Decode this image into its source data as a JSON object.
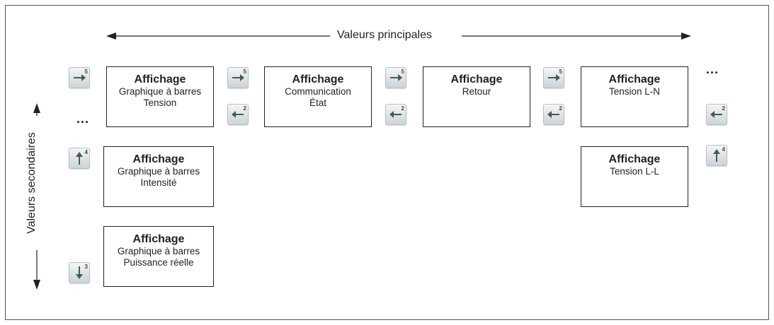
{
  "header": {
    "main_values": "Valeurs principales"
  },
  "side": {
    "secondary_values": "Valeurs secondaires"
  },
  "ellipsis": "...",
  "boxes": {
    "bar_voltage": {
      "title": "Affichage",
      "line1": "Graphique à barres",
      "line2": "Tension"
    },
    "communication": {
      "title": "Affichage",
      "line1": "Communication",
      "line2": "État"
    },
    "retour": {
      "title": "Affichage",
      "line1": "Retour"
    },
    "voltage_ln": {
      "title": "Affichage",
      "line1": "Tension L-N"
    },
    "bar_current": {
      "title": "Affichage",
      "line1": "Graphique à barres",
      "line2": "Intensité"
    },
    "voltage_ll": {
      "title": "Affichage",
      "line1": "Tension L-L"
    },
    "bar_power": {
      "title": "Affichage",
      "line1": "Graphique à barres",
      "line2": "Puissance réelle"
    }
  },
  "keys": {
    "right": {
      "icon": "arrow-right-icon",
      "number": "5"
    },
    "left": {
      "icon": "arrow-left-icon",
      "number": "2"
    },
    "up": {
      "icon": "arrow-up-icon",
      "number": "4"
    },
    "down": {
      "icon": "arrow-down-icon",
      "number": "3"
    }
  },
  "colors": {
    "key_arrow": "#3f5d5a",
    "border": "#222222"
  }
}
